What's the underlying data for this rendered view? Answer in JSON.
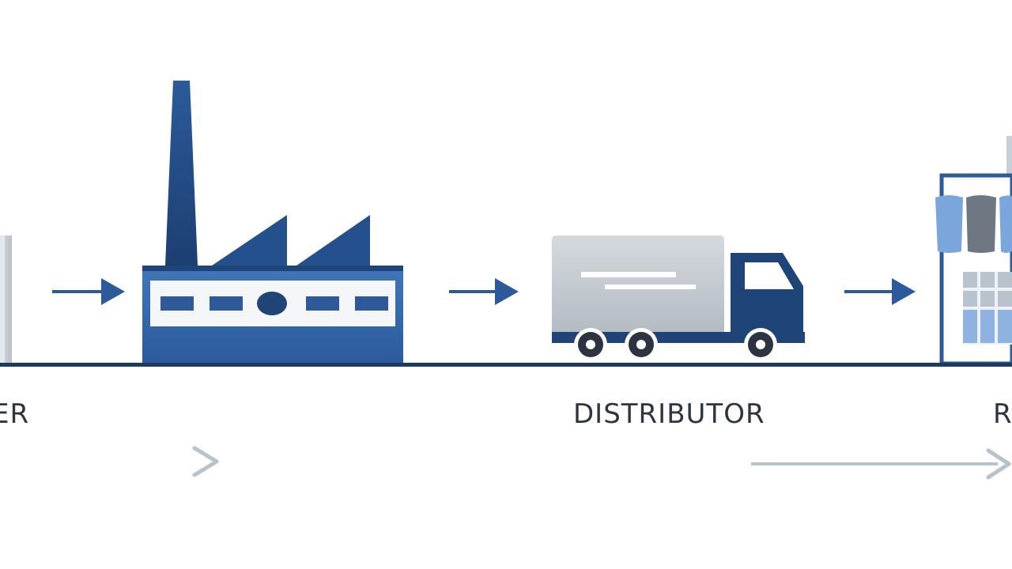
{
  "stages": [
    {
      "id": "supplier-partial",
      "label": "ER",
      "icon": "warehouse-icon"
    },
    {
      "id": "manufacturer",
      "label": "",
      "icon": "factory-icon"
    },
    {
      "id": "distributor",
      "label": "DISTRIBUTOR",
      "icon": "delivery-truck-icon"
    },
    {
      "id": "retailer-partial",
      "label": "R",
      "icon": "storefront-icon"
    }
  ],
  "colors": {
    "primary_blue": "#2c5a9a",
    "dark_blue": "#1f4478",
    "light_blue": "#6f9bd3",
    "truck_gray": "#c7cdd4",
    "baseline": "#1f3a5f",
    "flow_arrow": "#b8c2cb",
    "label_text": "#2f3540"
  }
}
